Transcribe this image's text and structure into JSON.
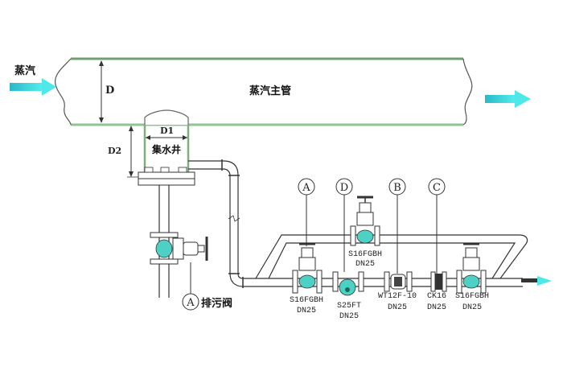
{
  "diagram": {
    "title": "蒸汽主管疏水阀组安装示意图",
    "inlet_label": "蒸汽",
    "main_pipe_label": "蒸汽主管",
    "dimension_main_diameter": "D",
    "dimension_well_diameter": "D1",
    "dimension_well_depth": "D2",
    "collection_well_label": "集水井",
    "drain_valve": {
      "tag": "A",
      "label": "排污阀"
    },
    "callouts": [
      {
        "tag": "A"
      },
      {
        "tag": "D"
      },
      {
        "tag": "B"
      },
      {
        "tag": "C"
      }
    ],
    "components": [
      {
        "model": "S16FGBH",
        "size": "DN25"
      },
      {
        "model": "S25FT",
        "size": "DN25"
      },
      {
        "model": "WT12F-10",
        "size": "DN25"
      },
      {
        "model": "CK16",
        "size": "DN25"
      },
      {
        "model": "S16FGBH",
        "size": "DN25"
      }
    ],
    "bypass_valve": {
      "model": "S16FGBH",
      "size": "DN25"
    },
    "colors": {
      "pipe_outline": "#7fae7f",
      "flow_arrow": "#3fd6d6",
      "valve_body": "#4cd1c4",
      "line": "#222222"
    }
  }
}
